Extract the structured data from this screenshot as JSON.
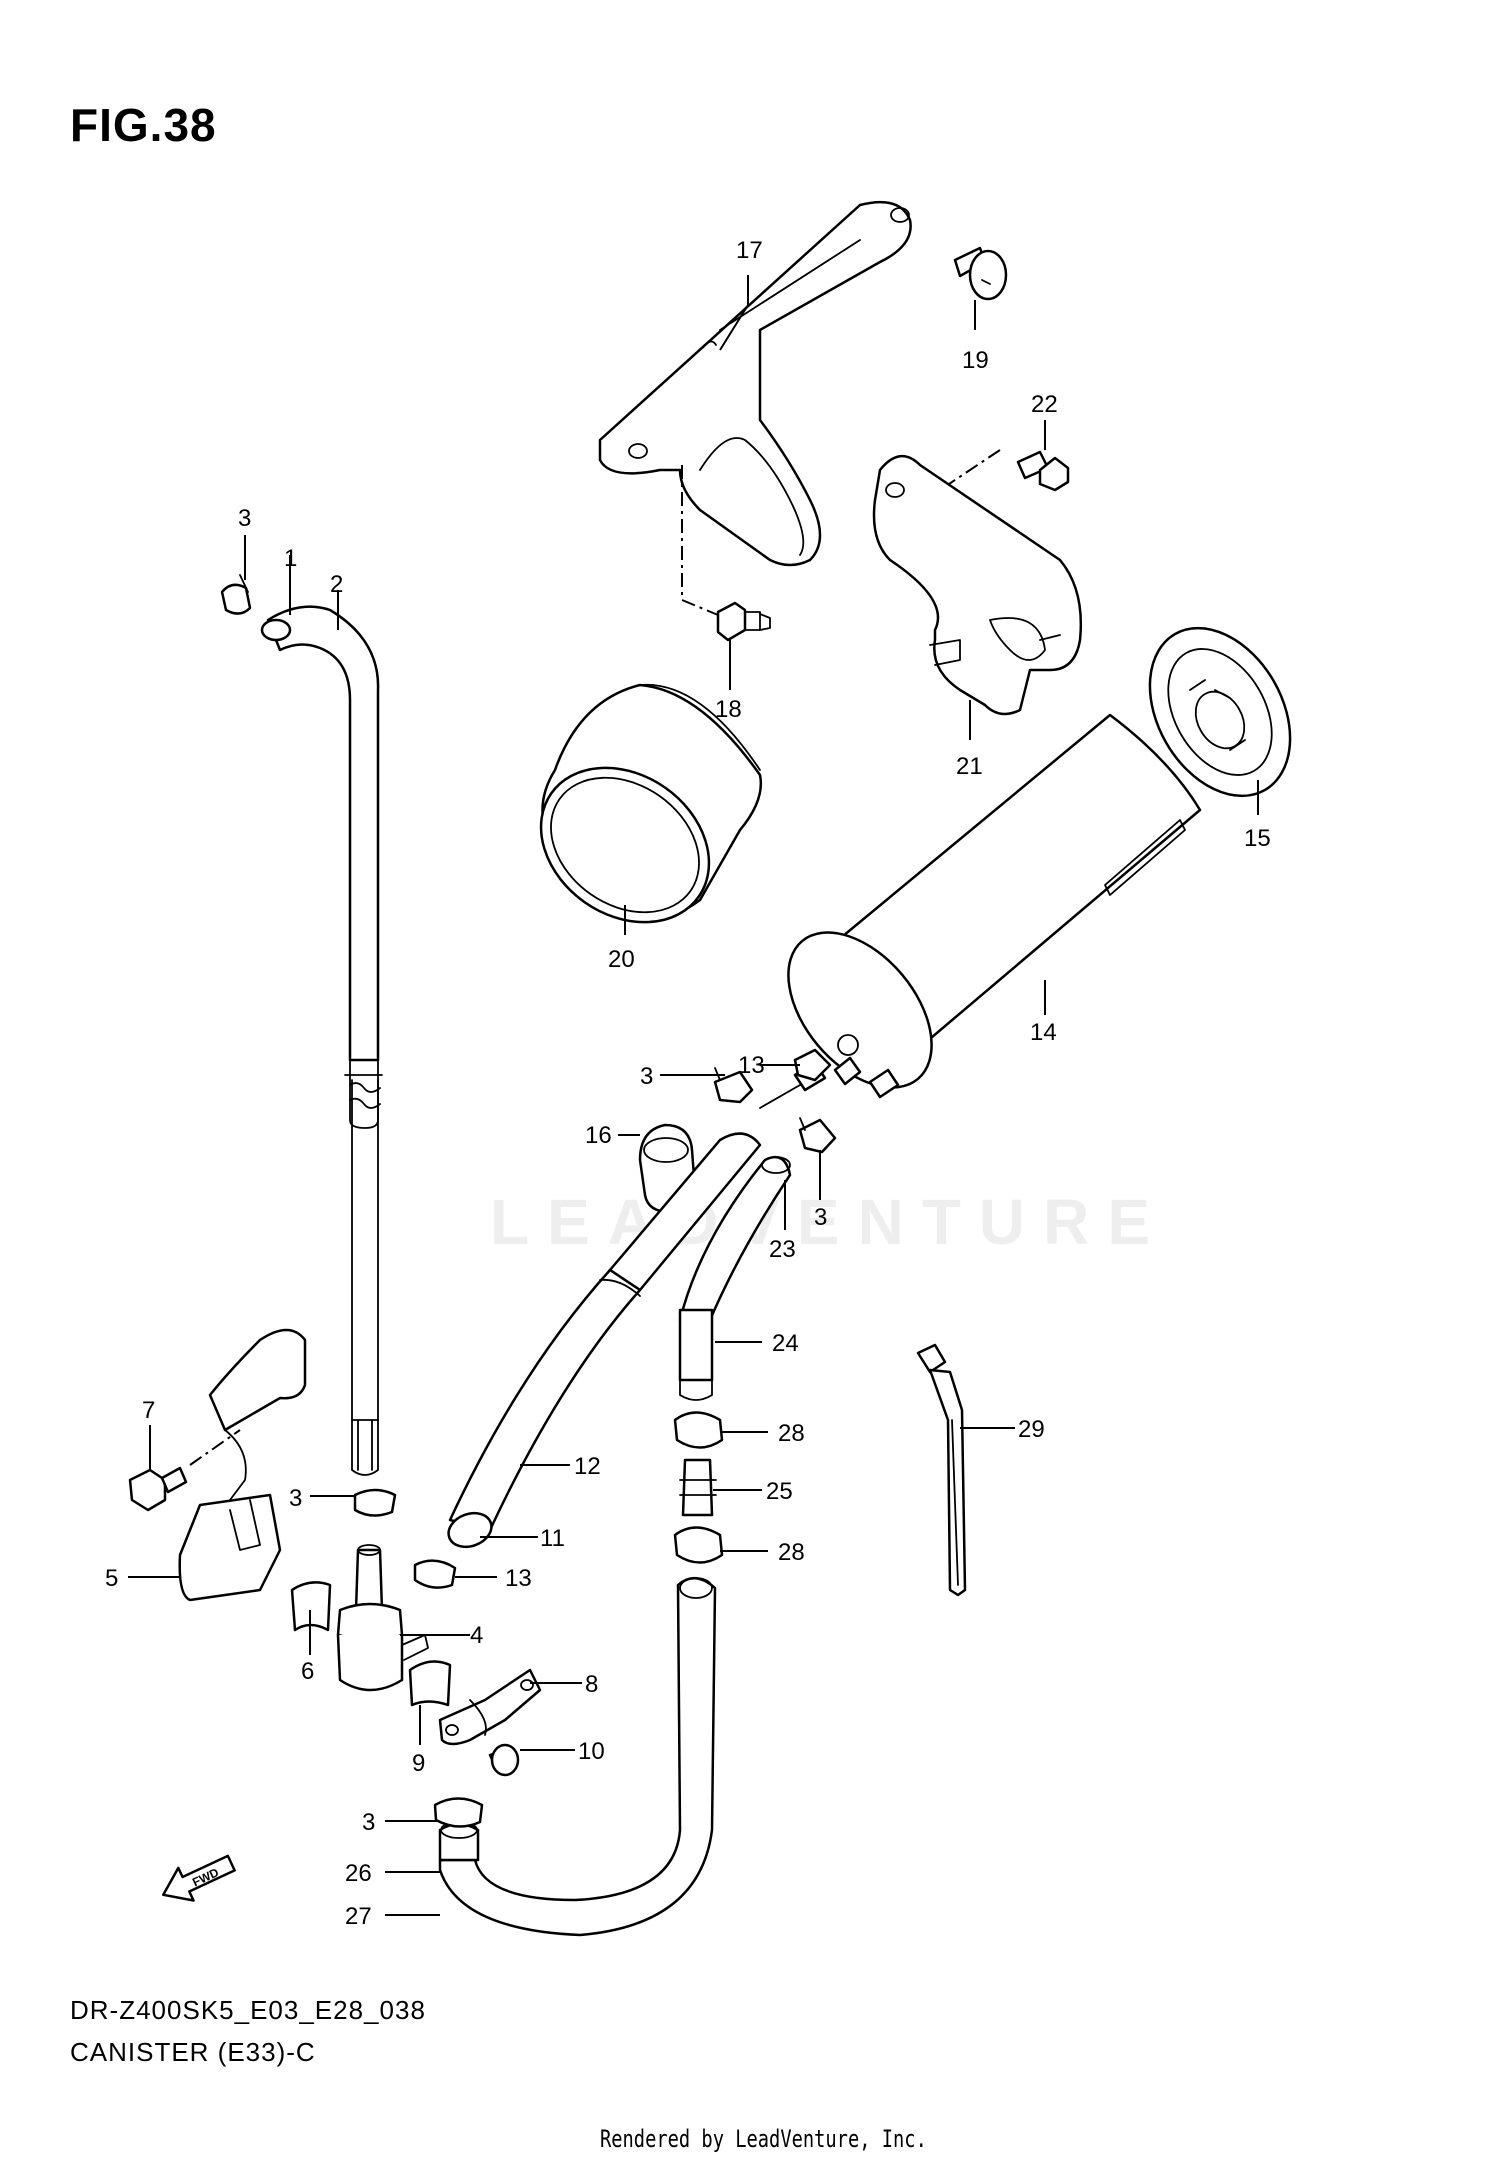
{
  "figure": {
    "title": "FIG.38",
    "model_code": "DR-Z400SK5_E03_E28_038",
    "section_name": "CANISTER (E33)-C",
    "rendered_by": "Rendered by LeadVenture, Inc.",
    "watermark": "LEADVENTURE"
  },
  "callouts": [
    "1",
    "2",
    "3",
    "3",
    "3",
    "3",
    "3",
    "4",
    "5",
    "6",
    "7",
    "8",
    "9",
    "10",
    "11",
    "12",
    "13",
    "13",
    "14",
    "15",
    "16",
    "17",
    "18",
    "19",
    "20",
    "21",
    "22",
    "23",
    "24",
    "25",
    "26",
    "27",
    "28",
    "28",
    "29"
  ],
  "fwd_label": "FWD"
}
